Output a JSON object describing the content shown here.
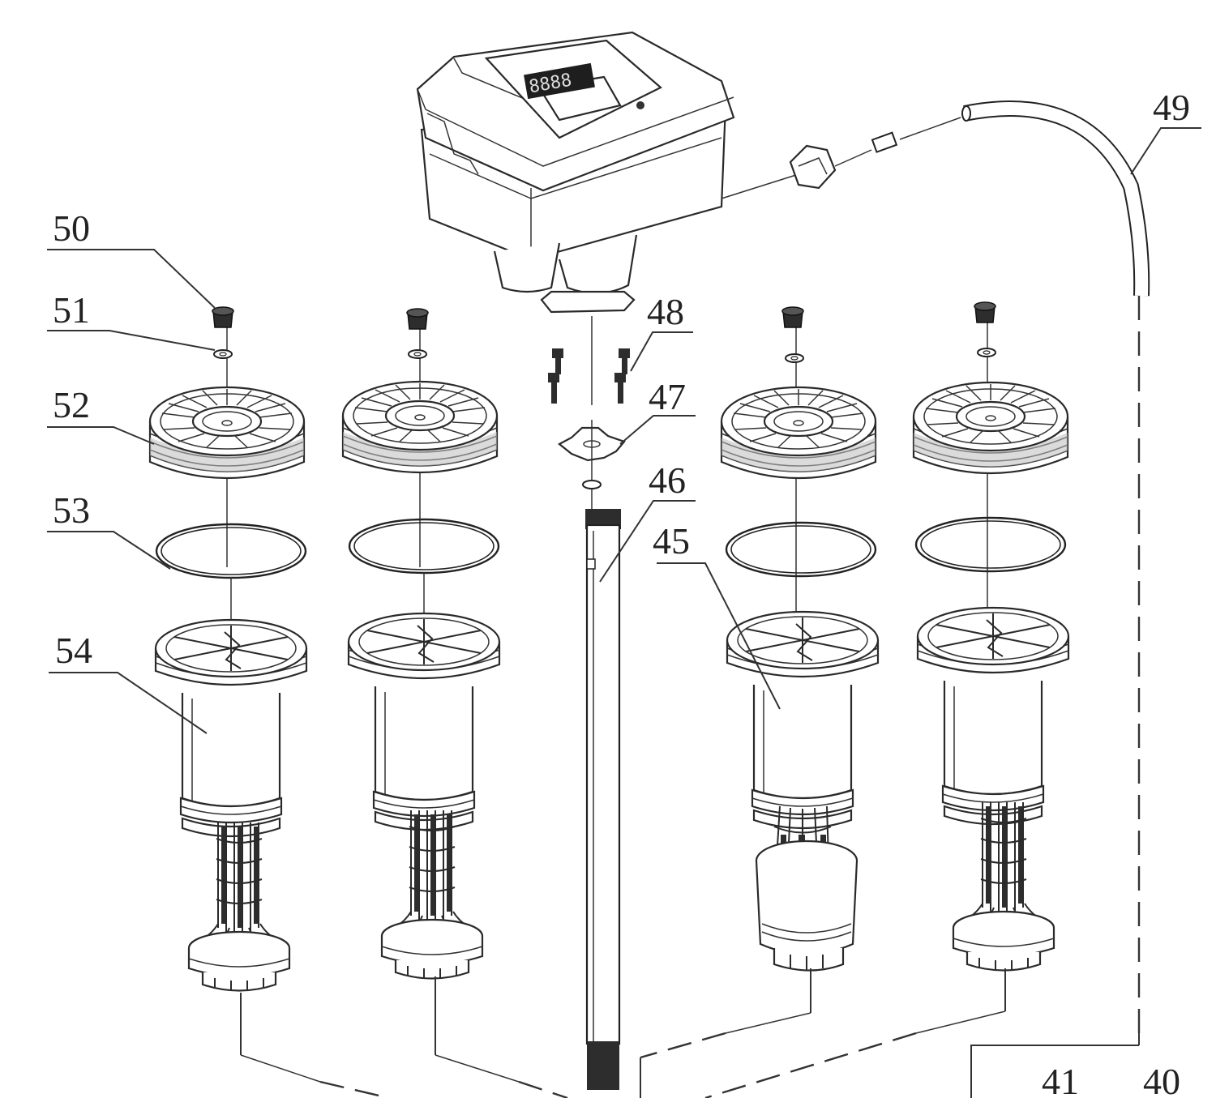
{
  "callouts": {
    "c40": "40",
    "c41": "41",
    "c45": "45",
    "c46": "46",
    "c47": "47",
    "c48": "48",
    "c49": "49",
    "c50": "50",
    "c51": "51",
    "c52": "52",
    "c53": "53",
    "c54": "54"
  },
  "controller_display": "8888",
  "colors": {
    "line": "#2a2a2a",
    "background": "#ffffff"
  }
}
